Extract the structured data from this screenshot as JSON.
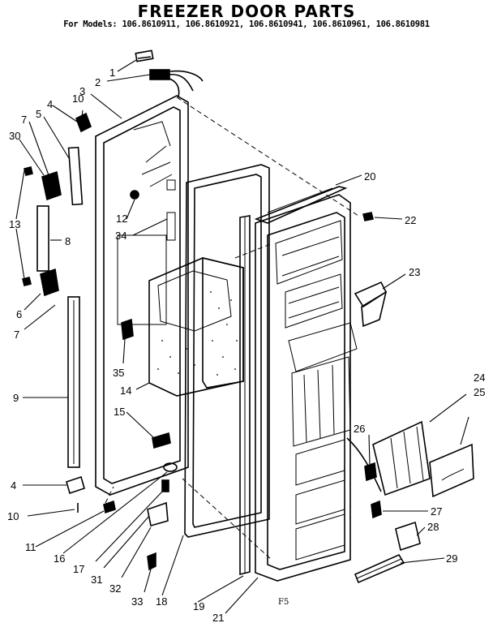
{
  "header": {
    "title": "FREEZER DOOR PARTS",
    "models": "For Models: 106.8610911, 106.8610921, 106.8610941, 106.8610961, 106.8610981"
  },
  "figure_code": "F5",
  "callouts": [
    "1",
    "2",
    "3",
    "4",
    "5",
    "7",
    "10",
    "30",
    "13",
    "8",
    "6",
    "7",
    "9",
    "4",
    "10",
    "11",
    "16",
    "17",
    "31",
    "32",
    "33",
    "18",
    "19",
    "21",
    "12",
    "34",
    "35",
    "14",
    "15",
    "20",
    "22",
    "23",
    "24",
    "25",
    "26",
    "27",
    "28",
    "29"
  ]
}
